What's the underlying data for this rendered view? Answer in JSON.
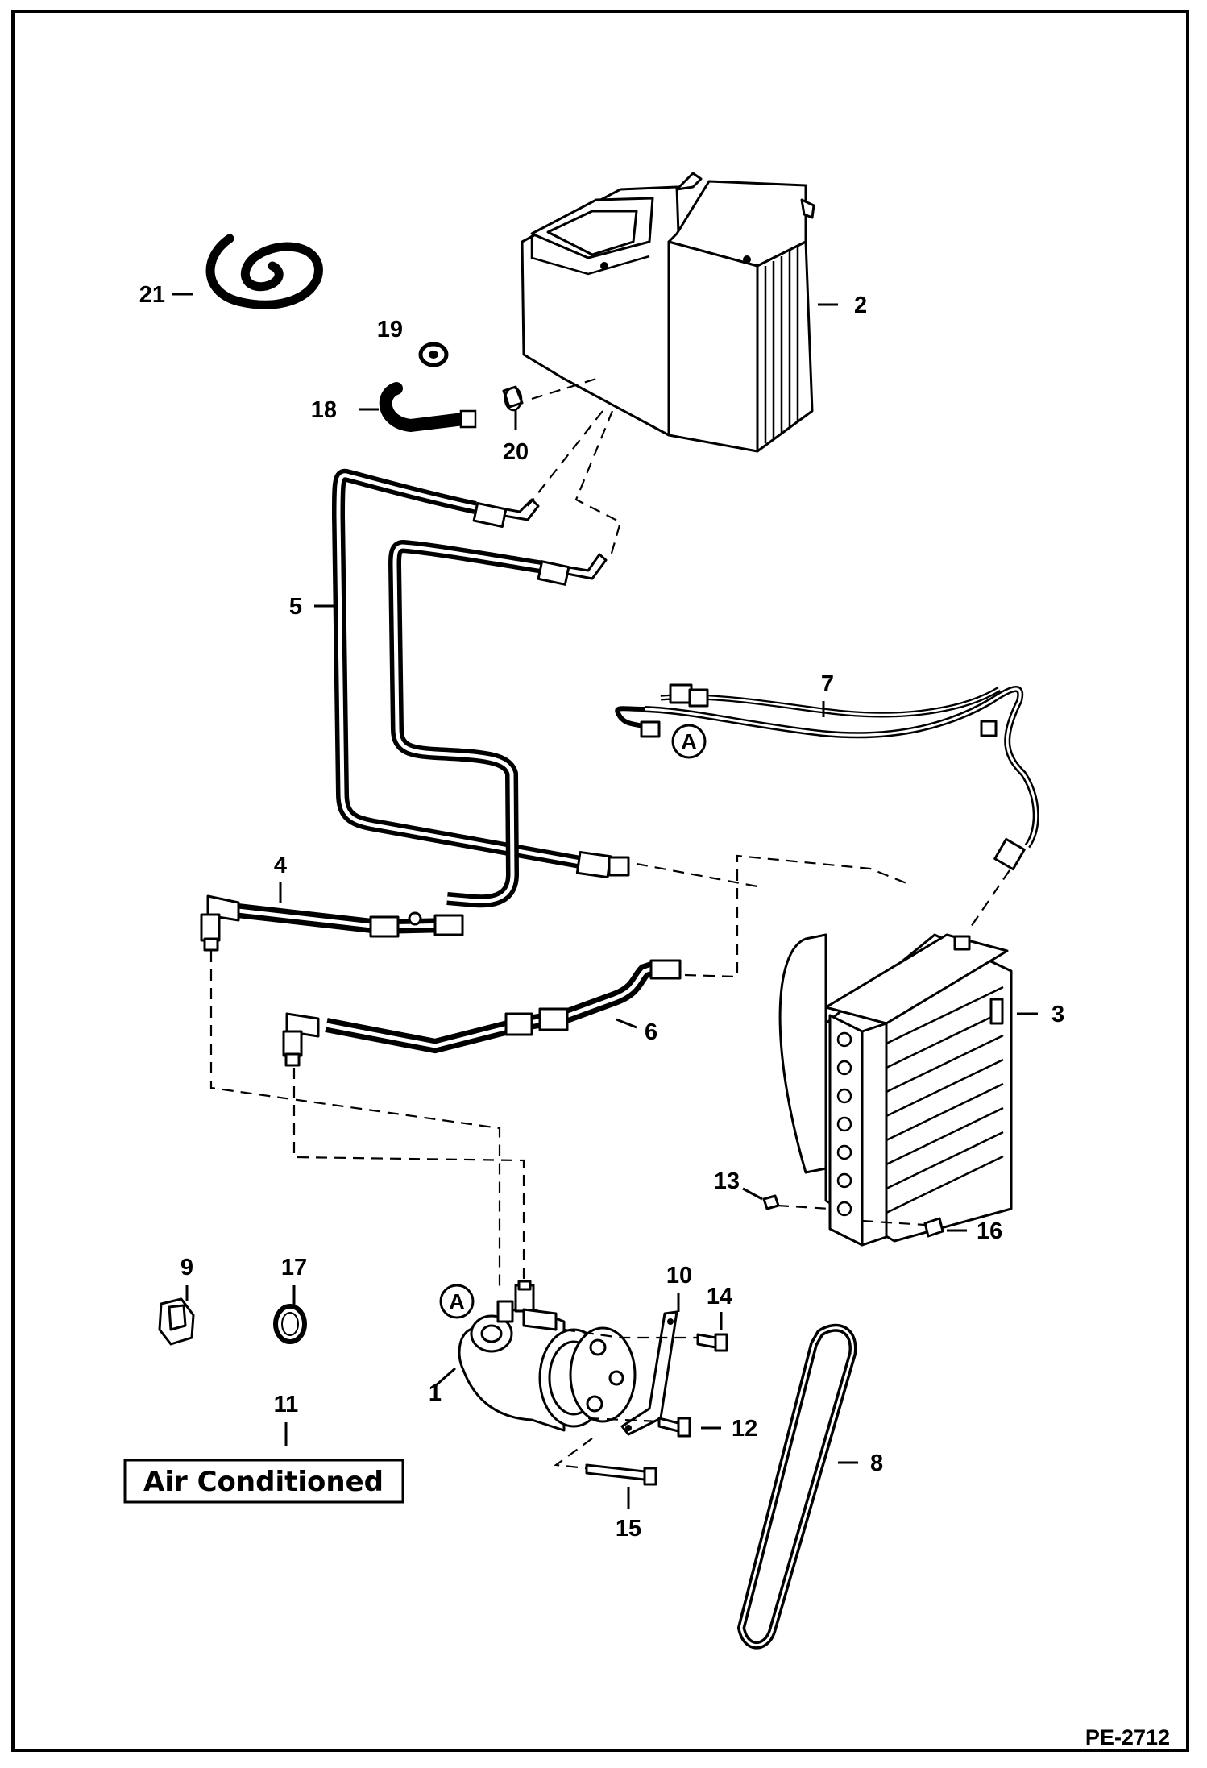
{
  "callouts": {
    "c1": "1",
    "c2": "2",
    "c3": "3",
    "c4": "4",
    "c5": "5",
    "c6": "6",
    "c7": "7",
    "c8": "8",
    "c9": "9",
    "c10": "10",
    "c11": "11",
    "c12": "12",
    "c13": "13",
    "c14": "14",
    "c15": "15",
    "c16": "16",
    "c17": "17",
    "c18": "18",
    "c19": "19",
    "c20": "20",
    "c21": "21"
  },
  "connector_reference": "A",
  "decal_label": "Air Conditioned",
  "sheet_id": "PE-2712"
}
